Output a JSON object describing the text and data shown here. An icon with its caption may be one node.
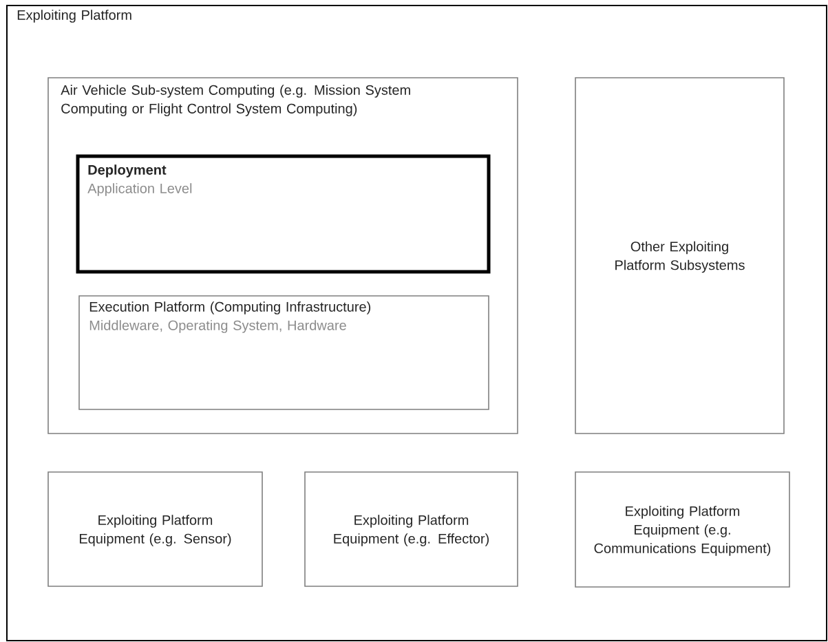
{
  "diagram": {
    "nodes": [
      {
        "text": [
          "Exploiting Platform"
        ]
      },
      {
        "text": [
          "Air Vehicle Sub-system Computing (e.g. Mission System Computing or Flight Control System Computing)"
        ],
        "in": 0
      },
      {
        "text": [
          "Deployment",
          "Application Level"
        ],
        "in": 1
      },
      {
        "text": [
          "Execution Platform (Computing Infrastructure)",
          "Middleware, Operating System, Hardware"
        ],
        "in": 1
      },
      {
        "text": [
          "Other Exploiting Platform Subsystems"
        ],
        "in": 0
      },
      {
        "text": [
          "Exploiting Platform Equipment (e.g. Sensor)"
        ],
        "in": 0
      },
      {
        "text": [
          "Exploiting Platform Equipment (e.g. Effector)"
        ],
        "in": 0
      },
      {
        "text": [
          "Exploiting Platform Equipment (e.g. Communications Equipment)"
        ],
        "in": 0
      }
    ]
  }
}
